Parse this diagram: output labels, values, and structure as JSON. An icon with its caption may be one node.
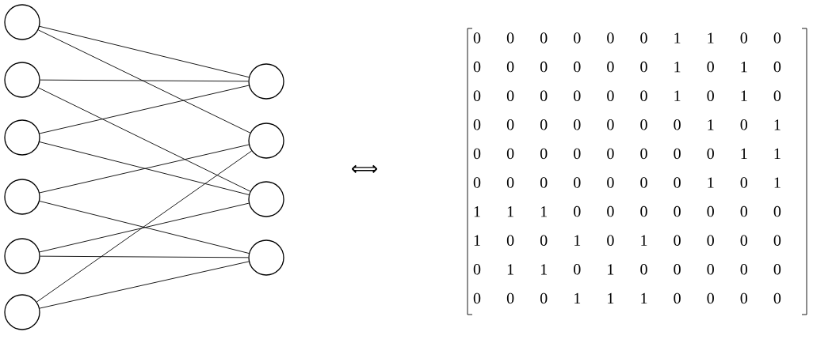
{
  "diagram": {
    "nodes": [
      {
        "text": [],
        "shape": "circle"
      },
      {
        "text": [],
        "shape": "circle"
      },
      {
        "text": [],
        "shape": "circle"
      },
      {
        "text": [],
        "shape": "circle"
      },
      {
        "text": [],
        "shape": "circle"
      },
      {
        "text": [],
        "shape": "circle"
      },
      {
        "text": [],
        "shape": "circle"
      },
      {
        "text": [],
        "shape": "circle"
      },
      {
        "text": [],
        "shape": "circle"
      },
      {
        "text": [],
        "shape": "circle"
      }
    ],
    "edges": [
      {
        "from": 0,
        "to": 6,
        "arrow": "none"
      },
      {
        "from": 0,
        "to": 7,
        "arrow": "none"
      },
      {
        "from": 1,
        "to": 6,
        "arrow": "none"
      },
      {
        "from": 1,
        "to": 8,
        "arrow": "none"
      },
      {
        "from": 2,
        "to": 6,
        "arrow": "none"
      },
      {
        "from": 2,
        "to": 8,
        "arrow": "none"
      },
      {
        "from": 3,
        "to": 7,
        "arrow": "none"
      },
      {
        "from": 3,
        "to": 9,
        "arrow": "none"
      },
      {
        "from": 4,
        "to": 8,
        "arrow": "none"
      },
      {
        "from": 4,
        "to": 9,
        "arrow": "none"
      },
      {
        "from": 5,
        "to": 7,
        "arrow": "none"
      },
      {
        "from": 5,
        "to": 9,
        "arrow": "none"
      }
    ],
    "labels": [
      "⟺",
      "0",
      "0",
      "0",
      "0",
      "0",
      "0",
      "1",
      "1",
      "0",
      "0",
      "0",
      "0",
      "0",
      "0",
      "0",
      "0",
      "1",
      "0",
      "1",
      "0",
      "0",
      "0",
      "0",
      "0",
      "0",
      "0",
      "1",
      "0",
      "1",
      "0",
      "0",
      "0",
      "0",
      "0",
      "0",
      "0",
      "0",
      "1",
      "0",
      "1",
      "0",
      "0",
      "0",
      "0",
      "0",
      "0",
      "0",
      "0",
      "1",
      "1",
      "0",
      "0",
      "0",
      "0",
      "0",
      "0",
      "0",
      "1",
      "0",
      "1",
      "1",
      "1",
      "1",
      "0",
      "0",
      "0",
      "0",
      "0",
      "0",
      "0",
      "1",
      "0",
      "0",
      "1",
      "0",
      "1",
      "0",
      "0",
      "0",
      "0",
      "0",
      "1",
      "1",
      "0",
      "1",
      "0",
      "0",
      "0",
      "0",
      "0",
      "0",
      "0",
      "0",
      "1",
      "1",
      "1",
      "0",
      "0",
      "0",
      "0"
    ]
  }
}
